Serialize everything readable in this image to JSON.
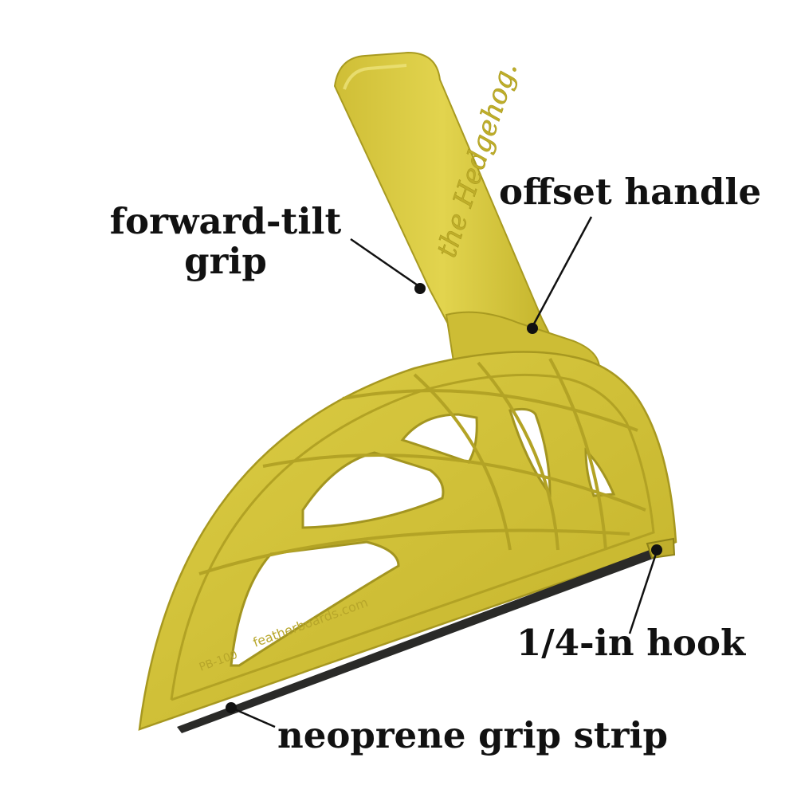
{
  "product": {
    "brand_mark": "the Hedgehog.",
    "model_text": "PB-100",
    "website_text": "featherboards.com",
    "body_color": "#d4c33a",
    "strip_color": "#2a2a28"
  },
  "callouts": {
    "forward_tilt_line1": "forward-tilt",
    "forward_tilt_line2": "grip",
    "offset_handle": "offset handle",
    "hook": "1/4-in hook",
    "grip_strip": "neoprene grip strip"
  }
}
